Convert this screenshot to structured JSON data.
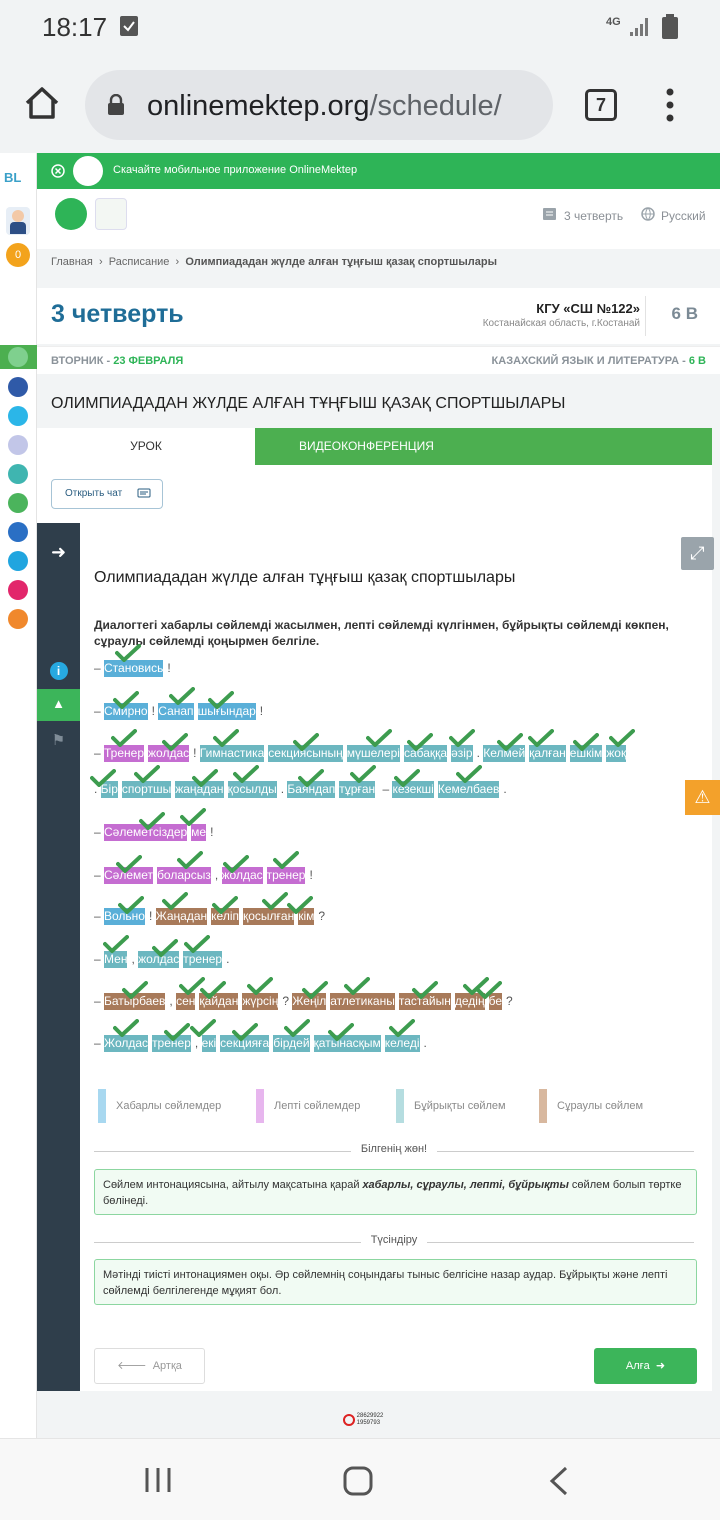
{
  "status": {
    "time": "18:17",
    "network": "4G"
  },
  "browser": {
    "url_host": "onlinemektep.org",
    "url_path": "/schedule/",
    "tab_count": "7"
  },
  "banner": {
    "text": "Скачайте мобильное приложение OnlineMektep"
  },
  "header": {
    "quarter_link": "3 четверть",
    "language": "Русский"
  },
  "rail": {
    "badge": "0"
  },
  "breadcrumb": {
    "home": "Главная",
    "schedule": "Расписание",
    "current": "Олимпиададан жүлде алған тұңғыш қазақ спортшылары"
  },
  "summary": {
    "quarter": "3 четверть",
    "school": "КГУ «СШ №122»",
    "region": "Костанайская область, г.Костанай",
    "class": "6 В"
  },
  "date_row": {
    "day": "ВТОРНИК - ",
    "date": "23 ФЕВРАЛЯ",
    "subject": "КАЗАХСКИЙ ЯЗЫК И ЛИТЕРАТУРА - ",
    "subject_class": "6 В"
  },
  "page_title": "ОЛИМПИАДАДАН ЖҮЛДЕ АЛҒАН ТҰҢҒЫШ ҚАЗАҚ СПОРТШЫЛАРЫ",
  "tabs": {
    "lesson": "УРОК",
    "video": "ВИДЕОКОНФЕРЕНЦИЯ"
  },
  "chat_button": "Открыть чат",
  "content": {
    "title": "Олимпиададан жүлде алған тұңғыш қазақ спортшылары",
    "instruction": "Диалогтегі хабарлы сөйлемді жасылмен, лепті сөйлемді күлгінмен, бұйрықты сөйлемді көкпен, сұраулы сөйлемді қоңырмен белгіле.",
    "lines": [
      {
        "items": [
          {
            "t": "– ",
            "c": ""
          },
          {
            "t": "Становись",
            "c": "b"
          },
          {
            "t": "!",
            "c": ""
          }
        ]
      },
      {
        "items": [
          {
            "t": "– ",
            "c": ""
          },
          {
            "t": "Смирно",
            "c": "b"
          },
          {
            "t": "! ",
            "c": ""
          },
          {
            "t": "Санап",
            "c": "b"
          },
          {
            "t": "шығындар",
            "c": "b"
          },
          {
            "t": "!",
            "c": ""
          }
        ]
      },
      {
        "items": [
          {
            "t": "– ",
            "c": ""
          },
          {
            "t": "Тренер",
            "c": "p"
          },
          {
            "t": "жолдас",
            "c": "p"
          },
          {
            "t": "! ",
            "c": ""
          },
          {
            "t": "Гимнастика",
            "c": "t"
          },
          {
            "t": "секциясының",
            "c": "t"
          },
          {
            "t": "мүшелері",
            "c": "t"
          },
          {
            "t": "сабаққа",
            "c": "t"
          },
          {
            "t": "әзір",
            "c": "t"
          },
          {
            "t": ". ",
            "c": ""
          },
          {
            "t": "Келмей",
            "c": "t"
          },
          {
            "t": "қалған",
            "c": "t"
          },
          {
            "t": "ешкім",
            "c": "t"
          },
          {
            "t": "жоқ",
            "c": "t"
          }
        ]
      },
      {
        "items": [
          {
            "t": ". ",
            "c": ""
          },
          {
            "t": "Бір",
            "c": "t"
          },
          {
            "t": "спортшы",
            "c": "t"
          },
          {
            "t": "жаңадан",
            "c": "t"
          },
          {
            "t": "қосылды",
            "c": "t"
          },
          {
            "t": ". ",
            "c": ""
          },
          {
            "t": "Баяндап",
            "c": "t"
          },
          {
            "t": "тұрған",
            "c": "t"
          },
          {
            "t": " – ",
            "c": ""
          },
          {
            "t": "кезекші",
            "c": "t"
          },
          {
            "t": "Кемелбаев",
            "c": "t"
          },
          {
            "t": ".",
            "c": ""
          }
        ]
      },
      {
        "items": [
          {
            "t": "– ",
            "c": ""
          },
          {
            "t": "Сәлеметсіздер",
            "c": "p"
          },
          {
            "t": "ме",
            "c": "p"
          },
          {
            "t": "!",
            "c": ""
          }
        ]
      },
      {
        "items": [
          {
            "t": "– ",
            "c": ""
          },
          {
            "t": "Сәлемет",
            "c": "p"
          },
          {
            "t": "боларсыз",
            "c": "p"
          },
          {
            "t": ", ",
            "c": ""
          },
          {
            "t": "жолдас",
            "c": "p"
          },
          {
            "t": "тренер",
            "c": "p"
          },
          {
            "t": "!",
            "c": ""
          }
        ]
      },
      {
        "items": [
          {
            "t": "– ",
            "c": ""
          },
          {
            "t": "Вольно",
            "c": "b"
          },
          {
            "t": "! ",
            "c": ""
          },
          {
            "t": "Жаңадан",
            "c": "o"
          },
          {
            "t": "келіп",
            "c": "o"
          },
          {
            "t": "қосылған",
            "c": "o"
          },
          {
            "t": "кім",
            "c": "o"
          },
          {
            "t": "?",
            "c": ""
          }
        ]
      },
      {
        "items": [
          {
            "t": "– ",
            "c": ""
          },
          {
            "t": "Мен",
            "c": "t"
          },
          {
            "t": ", ",
            "c": ""
          },
          {
            "t": "жолдас",
            "c": "t"
          },
          {
            "t": "тренер",
            "c": "t"
          },
          {
            "t": ".",
            "c": ""
          }
        ]
      },
      {
        "items": [
          {
            "t": "– ",
            "c": ""
          },
          {
            "t": "Батырбаев",
            "c": "o"
          },
          {
            "t": ", ",
            "c": ""
          },
          {
            "t": "сен",
            "c": "o"
          },
          {
            "t": "қайдан",
            "c": "o"
          },
          {
            "t": "жүрсің",
            "c": "o"
          },
          {
            "t": "? ",
            "c": ""
          },
          {
            "t": "Жеңіл",
            "c": "o"
          },
          {
            "t": "атлетиканы",
            "c": "o"
          },
          {
            "t": "тастайын",
            "c": "o"
          },
          {
            "t": "дедің",
            "c": "o"
          },
          {
            "t": "бе",
            "c": "o"
          },
          {
            "t": "?",
            "c": ""
          }
        ]
      },
      {
        "items": [
          {
            "t": "– ",
            "c": ""
          },
          {
            "t": "Жолдас",
            "c": "t"
          },
          {
            "t": "тренер",
            "c": "t"
          },
          {
            "t": ", ",
            "c": ""
          },
          {
            "t": "екі",
            "c": "t"
          },
          {
            "t": "секцияға",
            "c": "t"
          },
          {
            "t": "бірдей",
            "c": "t"
          },
          {
            "t": "қатынасқым",
            "c": "t"
          },
          {
            "t": "келеді",
            "c": "t"
          },
          {
            "t": ".",
            "c": ""
          }
        ]
      }
    ],
    "legend": [
      {
        "label": "Хабарлы сөйлемдер",
        "color": "#a8d8f0"
      },
      {
        "label": "Лепті сөйлемдер",
        "color": "#e7b6ee"
      },
      {
        "label": "Бұйрықты сөйлем",
        "color": "#b5dde0"
      },
      {
        "label": "Сұраулы сөйлем",
        "color": "#d8b89f"
      }
    ],
    "know_heading": "Білгенің жөн!",
    "know_text_a": "Сөйлем интонациясына, айтылу мақсатына қарай ",
    "know_text_b": "хабарлы, сұраулы, лепті, бұйрықты",
    "know_text_c": " сөйлем болып төртке бөлінеді.",
    "explain_heading": "Түсіндіру",
    "explain_text": "Мәтінді тиісті интонациямен оқы. Әр сөйлемнің соңындағы тыныс белгісіне назар аудар. Бұйрықты және лепті сөйлемді белгілегенде мұқият бол.",
    "back": "Артқа",
    "next": "Алға"
  },
  "footer_counter": "28629922 1959793"
}
